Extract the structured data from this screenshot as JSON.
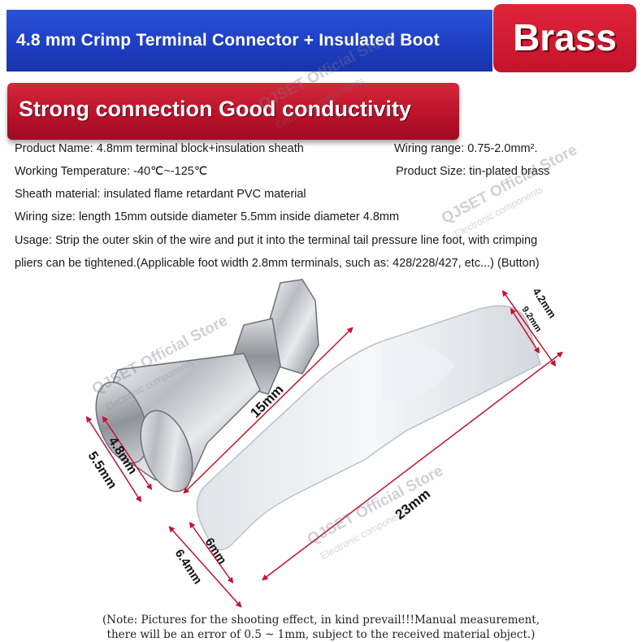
{
  "header": {
    "title": "4.8 mm Crimp Terminal Connector + Insulated Boot",
    "material_badge": "Brass",
    "colors": {
      "bar": "#1f3fc4",
      "badge": "#c5132a"
    }
  },
  "slogan": "Strong connection Good conductivity",
  "specs": {
    "product_name": "Product Name:  4.8mm terminal block+insulation sheath",
    "wiring_range": "Wiring range: 0.75-2.0mm².",
    "working_temperature": "Working Temperature: -40℃~-125℃",
    "product_size": "Product Size: tin-plated brass",
    "sheath_material": "Sheath material: insulated flame retardant PVC material",
    "wiring_size": "Wiring size: length 15mm outside diameter 5.5mm inside diameter 4.8mm",
    "usage_line1": "Usage: Strip the outer skin of the wire and put it into the terminal tail pressure line foot, with crimping",
    "usage_line2": "pliers can be tightened.(Applicable foot width 2.8mm terminals, such as: 428/228/427, etc...) (Button)"
  },
  "dimensions": {
    "terminal_length": "15mm",
    "terminal_inner": "4.8mm",
    "terminal_outer": "5.5mm",
    "boot_length": "23mm",
    "boot_tail_outer": "4.2mm",
    "boot_tail_inner": "9.2mm",
    "boot_mouth_inner": "6mm",
    "boot_mouth_outer": "6.4mm"
  },
  "watermark": {
    "store": "QJSET Official Store",
    "sub": "Electronic components"
  },
  "note": {
    "line1": "(Note: Pictures for the shooting effect, in kind prevail!!!Manual measurement,",
    "line2": "there will be an error of 0.5 ~ 1mm, subject to the received material object.)"
  }
}
